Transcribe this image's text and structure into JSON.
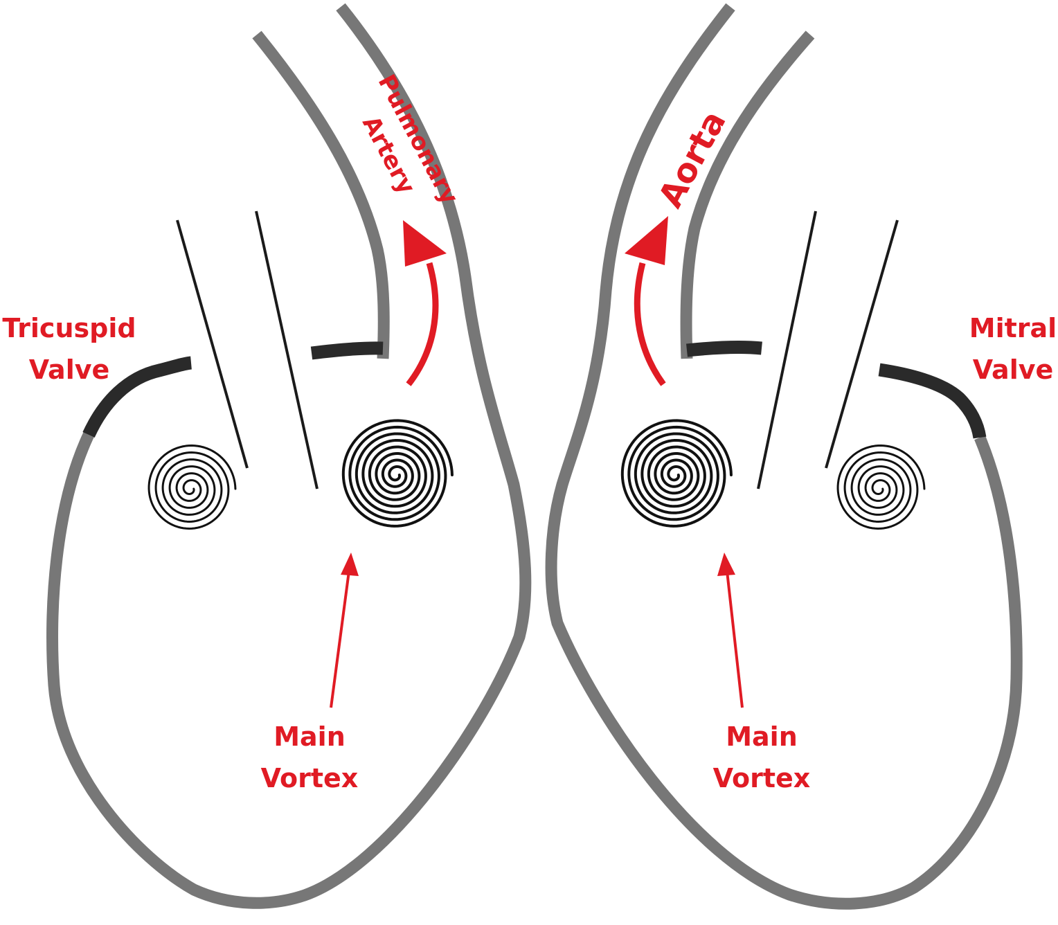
{
  "labels": {
    "tricuspid_valve": [
      "Tricuspid",
      "Valve"
    ],
    "pulmonary_artery": [
      "Pulmonary",
      "Artery"
    ],
    "aorta": "Aorta",
    "mitral_valve": [
      "Mitral",
      "Valve"
    ],
    "main_vortex_left": [
      "Main",
      "Vortex"
    ],
    "main_vortex_right": [
      "Main",
      "Vortex"
    ]
  },
  "colors": {
    "label": "#e01b24",
    "wall": "#777777",
    "valve": "#2a2a2a",
    "vortex": "#111111"
  }
}
